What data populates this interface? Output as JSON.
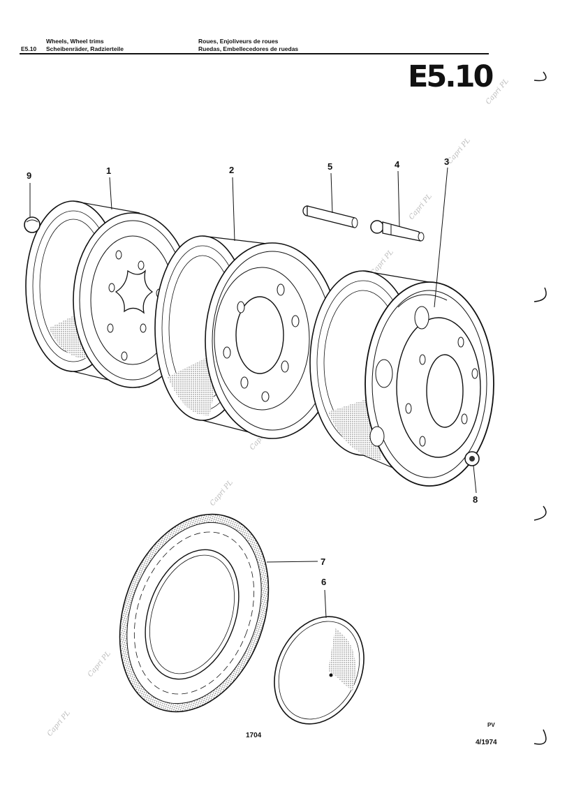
{
  "header": {
    "section_code_small": "E5.10",
    "title_en": "Wheels, Wheel trims",
    "title_de": "Scheibenräder, Radzierteile",
    "title_fr": "Roues, Enjoliveurs de roues",
    "title_es": "Ruedas, Embellecedores de ruedas"
  },
  "section_code_large": "E5.10",
  "callouts": [
    "1",
    "2",
    "3",
    "4",
    "5",
    "6",
    "7",
    "8",
    "9"
  ],
  "footer": {
    "illustration_no": "1704",
    "edition_code": "PV",
    "date": "4/1974"
  },
  "watermark": "Capri PL"
}
